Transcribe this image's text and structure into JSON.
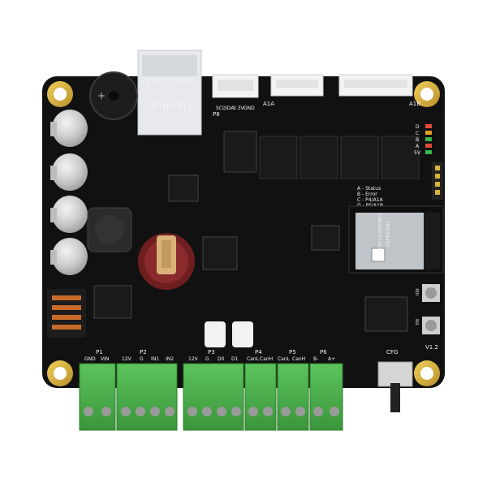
{
  "board": {
    "revision": "V1.2",
    "colors": {
      "pcb": "#111111",
      "silkscreen": "#f2f2f2",
      "gold_pad": "#d9b13b",
      "terminal_green": "#4cae4c",
      "header_black": "#222222"
    }
  },
  "rj45": {
    "part_label": "HR911105A",
    "brand_label": "HanRun"
  },
  "top_headers": {
    "p8": {
      "label": "P8",
      "pins": [
        "SCL",
        "SDA",
        "3.3V",
        "GND"
      ]
    },
    "a1a": {
      "label": "A1A"
    },
    "a1b": {
      "label": "A1B"
    }
  },
  "status_leds": {
    "letters": [
      "D",
      "C",
      "B",
      "A",
      "5V"
    ],
    "legend": [
      "A - Status",
      "B - Error",
      "C - P4/A1A",
      "D - P5/A1B"
    ]
  },
  "wifi_module": {
    "brand": "ESPRESSIF",
    "model": "ESP32-S3-WROOM-1"
  },
  "buttons": {
    "labels": [
      "IO0",
      "EN"
    ]
  },
  "cfg_switch": {
    "label": "CFG"
  },
  "terminal_blocks": [
    {
      "label": "P1",
      "pins": [
        "GND",
        "VIN"
      ]
    },
    {
      "label": "P2",
      "pins": [
        "12V",
        "G",
        "IN1",
        "IN2"
      ]
    },
    {
      "label": "P3",
      "pins": [
        "12V",
        "G",
        "D0",
        "D1"
      ]
    },
    {
      "label": "P4",
      "pins": [
        "CanL",
        "CanH"
      ]
    },
    {
      "label": "P5",
      "pins": [
        "CanL",
        "CanH"
      ]
    },
    {
      "label": "P6",
      "pins": [
        "B-",
        "A+"
      ]
    }
  ]
}
